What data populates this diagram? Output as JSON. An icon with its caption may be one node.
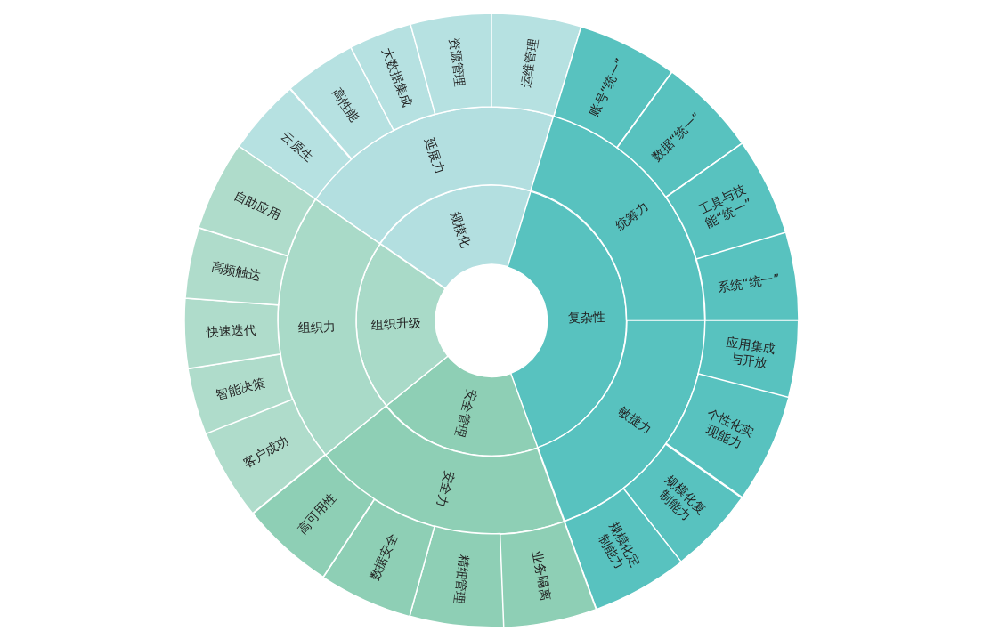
{
  "diagram": {
    "nodes": [
      {
        "text": [
          "规模化"
        ]
      },
      {
        "text": [
          "复杂性"
        ]
      },
      {
        "text": [
          "安全管理"
        ]
      },
      {
        "text": [
          "组织升级"
        ]
      },
      {
        "text": [
          "延展力"
        ]
      },
      {
        "text": [
          "统筹力"
        ]
      },
      {
        "text": [
          "敏捷力"
        ]
      },
      {
        "text": [
          "安全力"
        ]
      },
      {
        "text": [
          "组织力"
        ]
      },
      {
        "text": [
          "云原生"
        ]
      },
      {
        "text": [
          "高性能"
        ]
      },
      {
        "text": [
          "大数据集成"
        ]
      },
      {
        "text": [
          "资源管理"
        ]
      },
      {
        "text": [
          "运维管理"
        ]
      },
      {
        "text": [
          "账号“统一”"
        ]
      },
      {
        "text": [
          "数据“统一”"
        ]
      },
      {
        "text": [
          "工具与技能“统一”"
        ]
      },
      {
        "text": [
          "系统“统一”"
        ]
      },
      {
        "text": [
          "应用集成与开放"
        ]
      },
      {
        "text": [
          "个性化实现能力"
        ]
      },
      {
        "text": [
          "规模化复制能力"
        ]
      },
      {
        "text": [
          "规模化定制能力"
        ]
      },
      {
        "text": [
          "业务隔离"
        ]
      },
      {
        "text": [
          "精细管理"
        ]
      },
      {
        "text": [
          "数据安全"
        ]
      },
      {
        "text": [
          "高可用性"
        ]
      },
      {
        "text": [
          "客户成功"
        ]
      },
      {
        "text": [
          "智能决策"
        ]
      },
      {
        "text": [
          "快速迭代"
        ]
      },
      {
        "text": [
          "高频触达"
        ]
      },
      {
        "text": [
          "自助应用"
        ]
      }
    ]
  }
}
